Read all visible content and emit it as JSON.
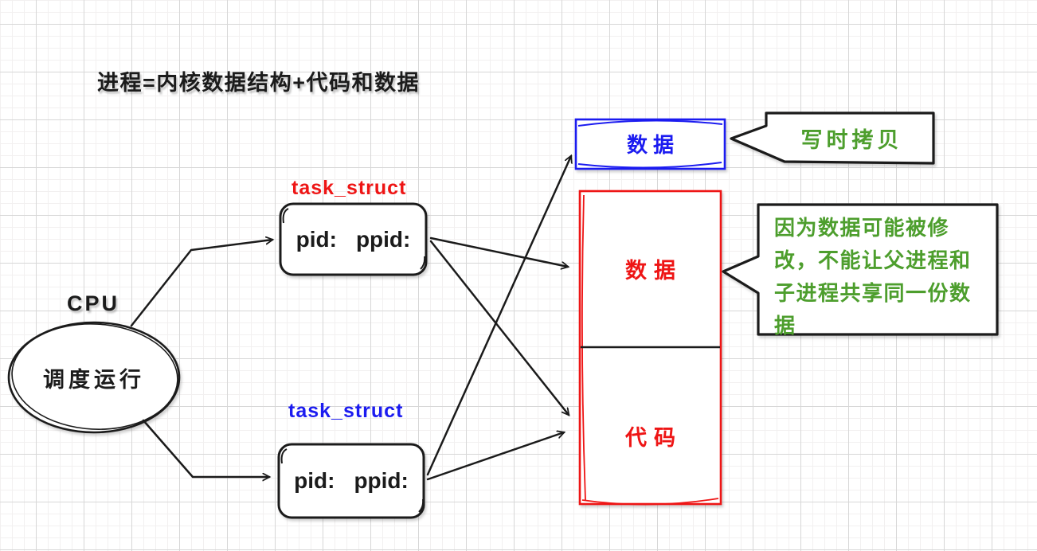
{
  "title": "进程=内核数据结构+代码和数据",
  "cpu": {
    "label": "CPU",
    "ellipse_text": "调度运行"
  },
  "task_structs": [
    {
      "label": "task_struct",
      "fields": [
        "pid:",
        "ppid:"
      ]
    },
    {
      "label": "task_struct",
      "fields": [
        "pid:",
        "ppid:"
      ]
    }
  ],
  "memory": {
    "cow_data_box": "数据",
    "data_section": "数据",
    "code_section": "代码"
  },
  "callouts": {
    "copy_on_write": "写时拷贝",
    "explanation_lines": [
      "因为数据可能被修",
      "改，不能让父进程和",
      "子进程共享同一份数",
      "据"
    ],
    "explanation_text": "因为数据可能被修改，不能让父进程和子进程共享同一份数据"
  },
  "colors": {
    "red": "#ee1515",
    "blue": "#1b1bf0",
    "green": "#4d9e2d",
    "ink": "#1b1b1b"
  }
}
